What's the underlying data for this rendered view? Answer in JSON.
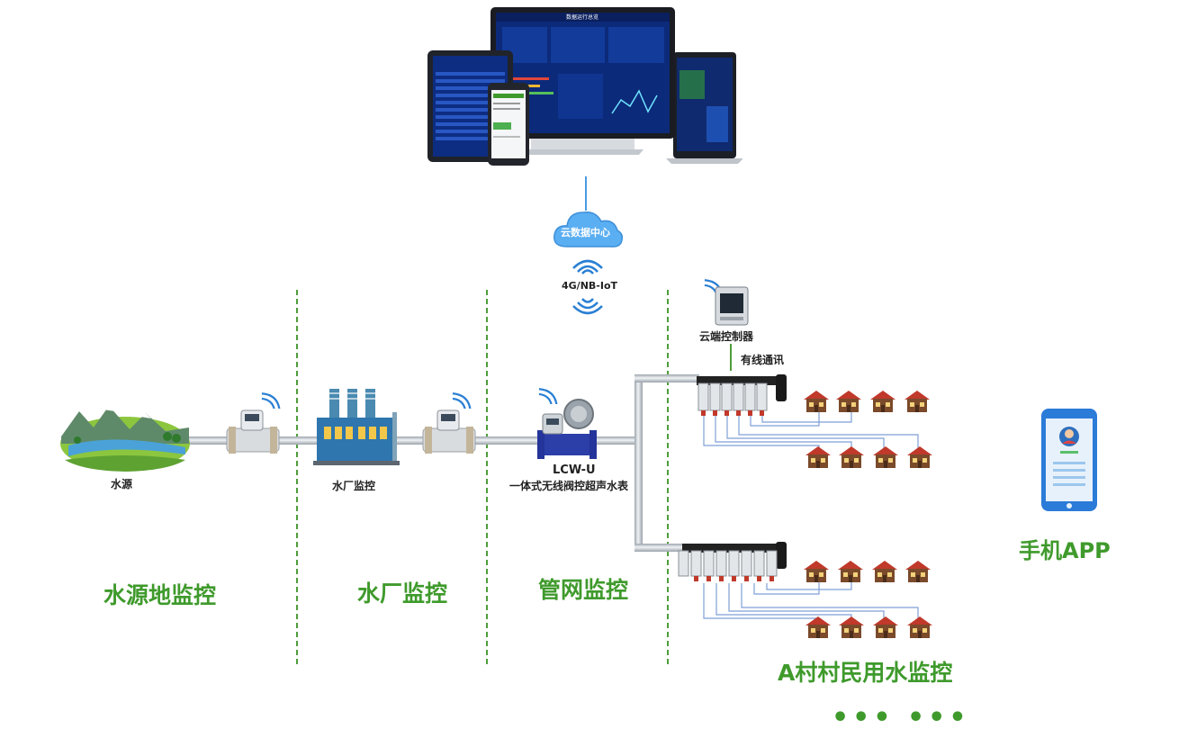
{
  "devices": {
    "dashboard_title": "数据运行总览"
  },
  "cloud": {
    "label": "云数据中心"
  },
  "network": {
    "label": "4G/NB-IoT"
  },
  "controller": {
    "label": "云端控制器",
    "wire_label": "有线通讯"
  },
  "nodes": {
    "water_source": "水源",
    "water_plant": "水厂监控",
    "meter_model": "LCW-U",
    "meter_desc": "一体式无线阀控超声水表"
  },
  "zones": {
    "source": "水源地监控",
    "plant": "水厂监控",
    "network": "管网监控",
    "village": "A村村民用水监控"
  },
  "app": {
    "label": "手机APP"
  },
  "more": "••• •••",
  "colors": {
    "accent_green": "#3f9a2c",
    "house_red": "#c0392b",
    "wifi_blue": "#2a7fd4"
  }
}
